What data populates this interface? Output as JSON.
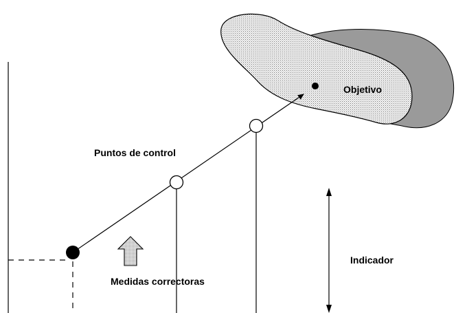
{
  "labels": {
    "target": "Objetivo",
    "checkpoints": "Puntos de control",
    "indicator": "Indicador",
    "corrective_measures": "Medidas correctoras"
  },
  "colors": {
    "target_fill": "#e3e3e3",
    "target_shadow": "#9a9a9a",
    "arrow_fill": "#d8d8d8",
    "stroke": "#000000"
  }
}
